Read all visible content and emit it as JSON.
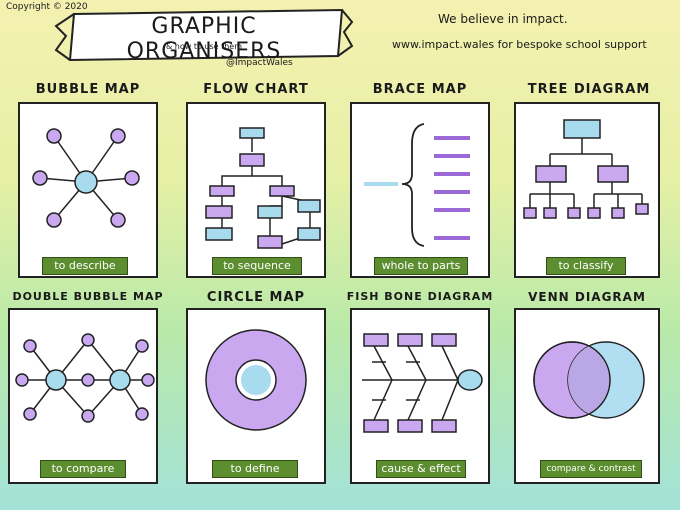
{
  "header": {
    "copyright": "Copyright © 2020",
    "title": "GRAPHIC ORGANISERS",
    "subtitle": "& how to use them",
    "handle": "@ImpactWales",
    "tagline": "We believe in impact.",
    "website_line": "www.impact.wales for bespoke school support"
  },
  "organisers": [
    {
      "title": "BUBBLE MAP",
      "label": "to describe"
    },
    {
      "title": "FLOW CHART",
      "label": "to sequence"
    },
    {
      "title": "BRACE MAP",
      "label": "whole to parts"
    },
    {
      "title": "TREE DIAGRAM",
      "label": "to classify"
    },
    {
      "title": "DOUBLE BUBBLE MAP",
      "label": "to compare"
    },
    {
      "title": "CIRCLE MAP",
      "label": "to define"
    },
    {
      "title": "FISH BONE DIAGRAM",
      "label": "cause & effect"
    },
    {
      "title": "VENN DIAGRAM",
      "label": "compare & contrast"
    }
  ],
  "colors": {
    "purple": "#c9a8f0",
    "blue": "#a9dbef",
    "dark_purple": "#9b6ad8",
    "label_green": "#5c8e2f"
  }
}
